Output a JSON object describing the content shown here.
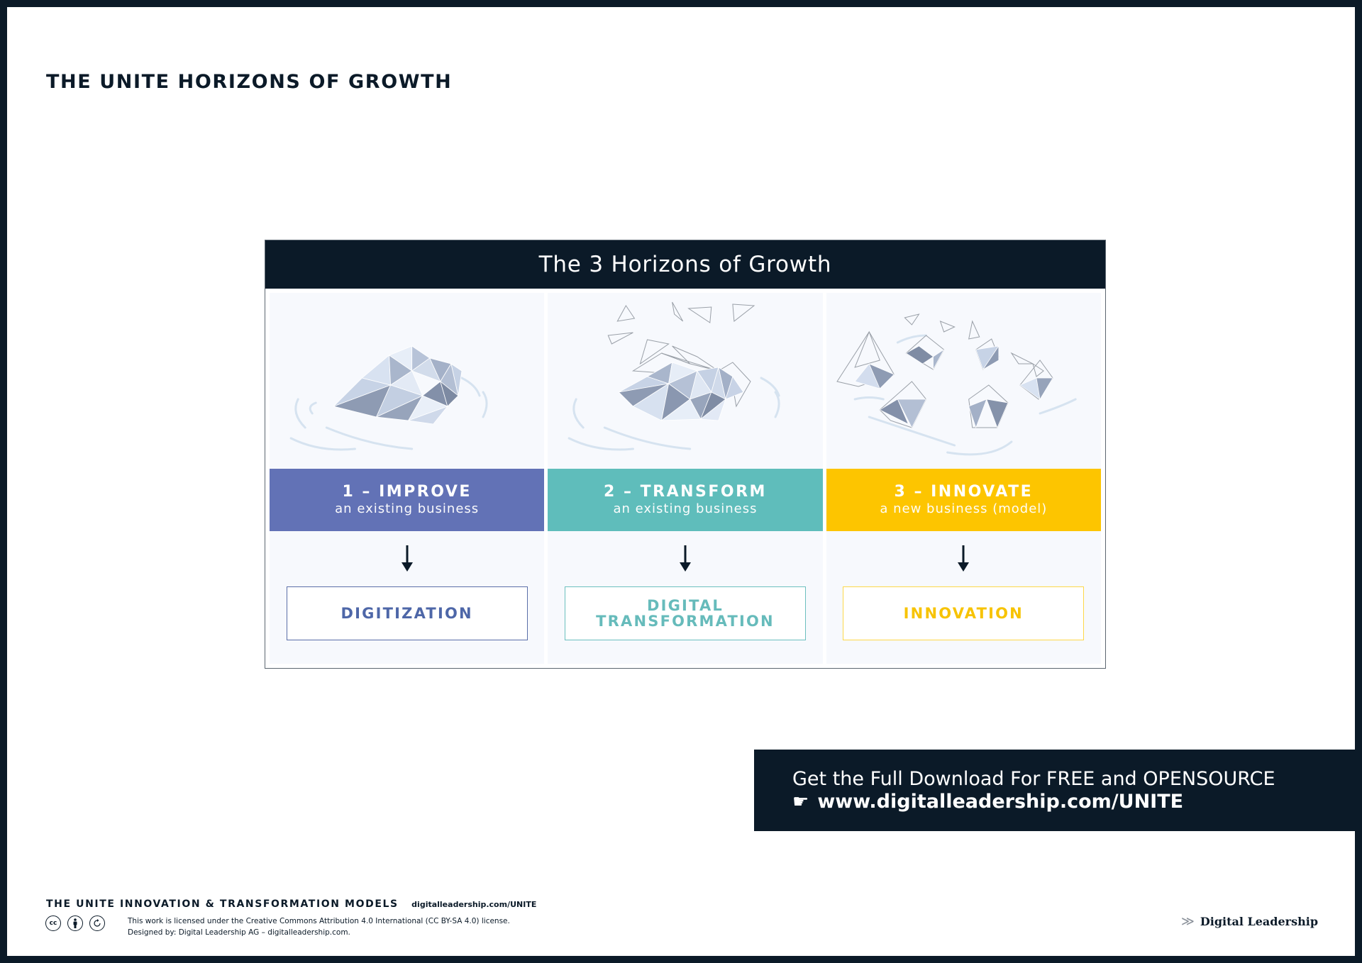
{
  "page": {
    "title": "THE UNITE HORIZONS OF GROWTH"
  },
  "diagram": {
    "header": "The 3 Horizons of Growth",
    "columns": [
      {
        "title": "1 – IMPROVE",
        "subtitle": "an existing business",
        "result": "DIGITIZATION",
        "result_lines": [
          "DIGITIZATION"
        ],
        "color": "#6272b6",
        "result_color": "#4e67a8",
        "illustration": "single-iceberg-icon"
      },
      {
        "title": "2 – TRANSFORM",
        "subtitle": "an existing business",
        "result": "DIGITAL TRANSFORMATION",
        "result_line1": "DIGITAL",
        "result_line2": "TRANSFORMATION",
        "color": "#5fbdbb",
        "result_color": "#66bbbb",
        "illustration": "breaking-iceberg-icon"
      },
      {
        "title": "3 – INNOVATE",
        "subtitle": "a new business (model)",
        "result": "INNOVATION",
        "color": "#fdc500",
        "result_color": "#f7c300",
        "illustration": "scattered-icebergs-icon"
      }
    ],
    "arrow_icon": "arrow-down-icon"
  },
  "cta": {
    "line1": "Get the Full Download For FREE and OPENSOURCE",
    "hand_icon": "☛",
    "url": "www.digitalleadership.com/UNITE"
  },
  "footer": {
    "brand": "THE UNITE INNOVATION & TRANSFORMATION MODELS",
    "url": "digitalleadership.com/UNITE",
    "license": "This work is licensed under the Creative Commons Attribution 4.0 International (CC BY-SA 4.0) license.",
    "designed_by": "Designed by: Digital Leadership AG – digitalleadership.com.",
    "cc_icons": [
      "cc-icon",
      "attribution-icon",
      "share-alike-icon"
    ],
    "cc_label": "cc",
    "logo_text": "Digital Leadership",
    "logo_mark": "≫"
  },
  "colors": {
    "navy": "#0b1a28",
    "improve": "#6272b6",
    "transform": "#5fbdbb",
    "innovate": "#fdc500",
    "panel_bg": "#f7f9fd"
  }
}
